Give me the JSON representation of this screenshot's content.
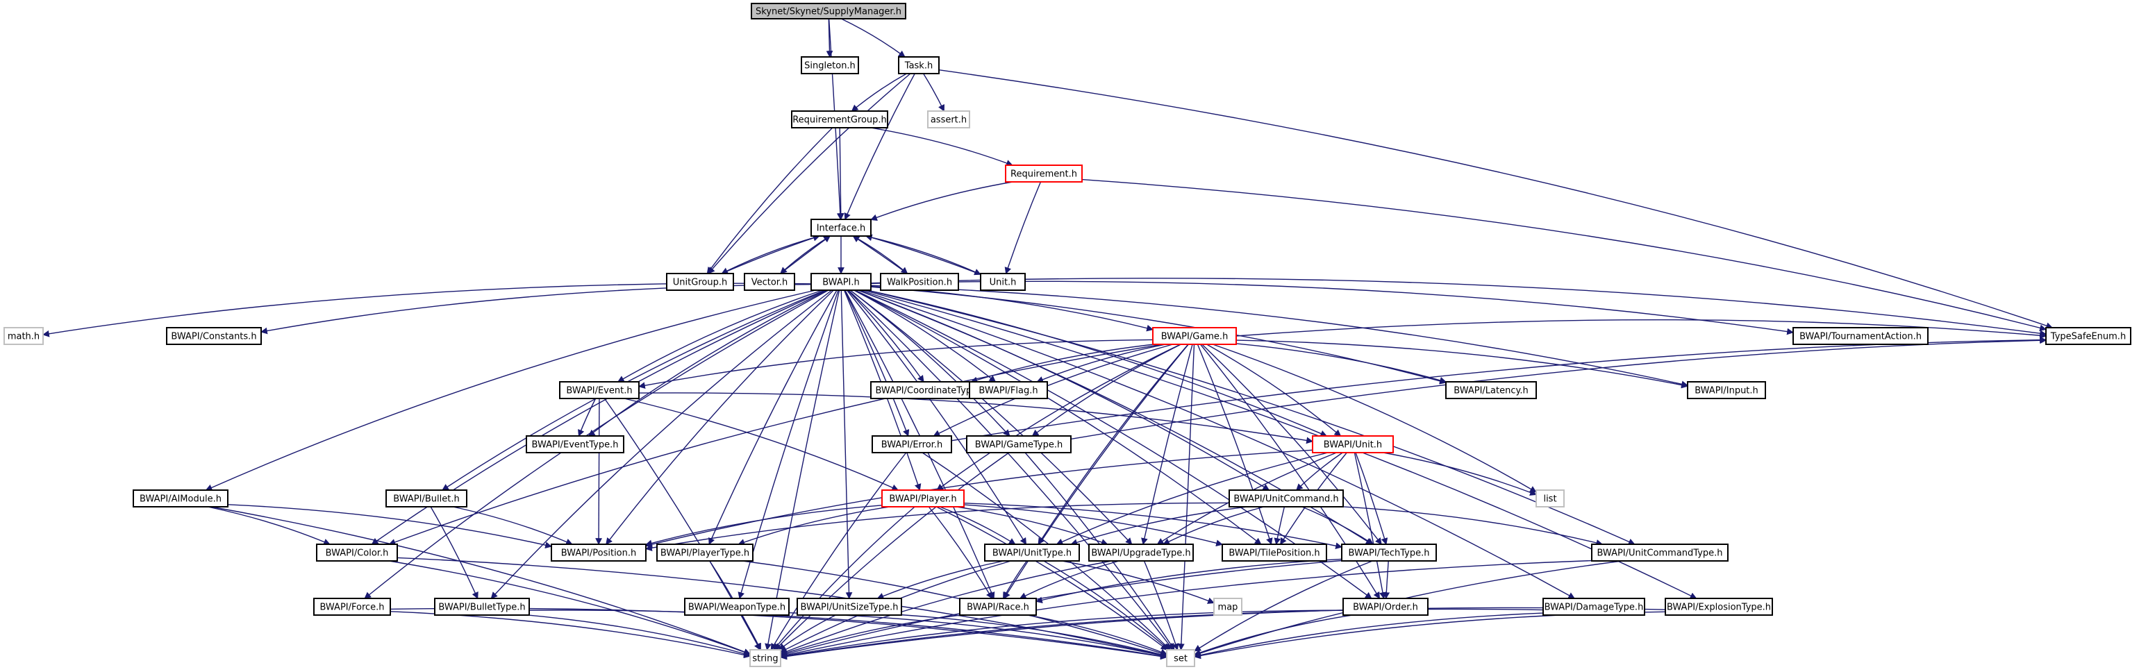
{
  "title": "Skynet/Skynet/SupplyManager.h",
  "colors": {
    "edge": "#191970",
    "border": "#000000",
    "highlight": "#ff0000",
    "external": "#bfbfbf",
    "root_fill": "#bfbfbf"
  },
  "nodes": [
    {
      "id": "root",
      "label": "Skynet/Skynet/SupplyManager.h",
      "kind": "root"
    },
    {
      "id": "singleton",
      "label": "Singleton.h",
      "kind": "normal"
    },
    {
      "id": "task",
      "label": "Task.h",
      "kind": "normal"
    },
    {
      "id": "reqgroup",
      "label": "RequirementGroup.h",
      "kind": "normal"
    },
    {
      "id": "assert",
      "label": "assert.h",
      "kind": "external"
    },
    {
      "id": "requirement",
      "label": "Requirement.h",
      "kind": "red"
    },
    {
      "id": "interface",
      "label": "Interface.h",
      "kind": "normal"
    },
    {
      "id": "unitgroup",
      "label": "UnitGroup.h",
      "kind": "normal"
    },
    {
      "id": "vector",
      "label": "Vector.h",
      "kind": "normal"
    },
    {
      "id": "bwapi",
      "label": "BWAPI.h",
      "kind": "normal"
    },
    {
      "id": "walkpos",
      "label": "WalkPosition.h",
      "kind": "normal"
    },
    {
      "id": "unit",
      "label": "Unit.h",
      "kind": "normal"
    },
    {
      "id": "typesafe",
      "label": "TypeSafeEnum.h",
      "kind": "normal"
    },
    {
      "id": "math",
      "label": "math.h",
      "kind": "external"
    },
    {
      "id": "constants",
      "label": "BWAPI/Constants.h",
      "kind": "normal"
    },
    {
      "id": "game",
      "label": "BWAPI/Game.h",
      "kind": "red"
    },
    {
      "id": "tournament",
      "label": "BWAPI/TournamentAction.h",
      "kind": "normal"
    },
    {
      "id": "event",
      "label": "BWAPI/Event.h",
      "kind": "normal"
    },
    {
      "id": "coordtype",
      "label": "BWAPI/CoordinateType.h",
      "kind": "normal"
    },
    {
      "id": "flag",
      "label": "BWAPI/Flag.h",
      "kind": "normal"
    },
    {
      "id": "latency",
      "label": "BWAPI/Latency.h",
      "kind": "normal"
    },
    {
      "id": "input",
      "label": "BWAPI/Input.h",
      "kind": "normal"
    },
    {
      "id": "eventtype",
      "label": "BWAPI/EventType.h",
      "kind": "normal"
    },
    {
      "id": "error",
      "label": "BWAPI/Error.h",
      "kind": "normal"
    },
    {
      "id": "gametype",
      "label": "BWAPI/GameType.h",
      "kind": "normal"
    },
    {
      "id": "bwunit",
      "label": "BWAPI/Unit.h",
      "kind": "red"
    },
    {
      "id": "list",
      "label": "list",
      "kind": "external"
    },
    {
      "id": "aimodule",
      "label": "BWAPI/AIModule.h",
      "kind": "normal"
    },
    {
      "id": "bullet",
      "label": "BWAPI/Bullet.h",
      "kind": "normal"
    },
    {
      "id": "player",
      "label": "BWAPI/Player.h",
      "kind": "red"
    },
    {
      "id": "unitcommand",
      "label": "BWAPI/UnitCommand.h",
      "kind": "normal"
    },
    {
      "id": "color",
      "label": "BWAPI/Color.h",
      "kind": "normal"
    },
    {
      "id": "position",
      "label": "BWAPI/Position.h",
      "kind": "normal"
    },
    {
      "id": "playertype",
      "label": "BWAPI/PlayerType.h",
      "kind": "normal"
    },
    {
      "id": "unittype",
      "label": "BWAPI/UnitType.h",
      "kind": "normal"
    },
    {
      "id": "upgradetype",
      "label": "BWAPI/UpgradeType.h",
      "kind": "normal"
    },
    {
      "id": "tileposition",
      "label": "BWAPI/TilePosition.h",
      "kind": "normal"
    },
    {
      "id": "techtype",
      "label": "BWAPI/TechType.h",
      "kind": "normal"
    },
    {
      "id": "unitcommandtype",
      "label": "BWAPI/UnitCommandType.h",
      "kind": "normal"
    },
    {
      "id": "force",
      "label": "BWAPI/Force.h",
      "kind": "normal"
    },
    {
      "id": "bullettype",
      "label": "BWAPI/BulletType.h",
      "kind": "normal"
    },
    {
      "id": "weapontype",
      "label": "BWAPI/WeaponType.h",
      "kind": "normal"
    },
    {
      "id": "unitsizetype",
      "label": "BWAPI/UnitSizeType.h",
      "kind": "normal"
    },
    {
      "id": "race",
      "label": "BWAPI/Race.h",
      "kind": "normal"
    },
    {
      "id": "map",
      "label": "map",
      "kind": "external"
    },
    {
      "id": "order",
      "label": "BWAPI/Order.h",
      "kind": "normal"
    },
    {
      "id": "damagetype",
      "label": "BWAPI/DamageType.h",
      "kind": "normal"
    },
    {
      "id": "explosiontype",
      "label": "BWAPI/ExplosionType.h",
      "kind": "normal"
    },
    {
      "id": "string",
      "label": "string",
      "kind": "external"
    },
    {
      "id": "set",
      "label": "set",
      "kind": "external"
    }
  ],
  "edges": [
    [
      "root",
      "singleton"
    ],
    [
      "root",
      "task"
    ],
    [
      "root",
      "interface"
    ],
    [
      "task",
      "reqgroup"
    ],
    [
      "task",
      "assert"
    ],
    [
      "task",
      "interface"
    ],
    [
      "task",
      "unitgroup"
    ],
    [
      "task",
      "typesafe"
    ],
    [
      "reqgroup",
      "requirement"
    ],
    [
      "reqgroup",
      "interface"
    ],
    [
      "reqgroup",
      "unitgroup"
    ],
    [
      "requirement",
      "interface"
    ],
    [
      "requirement",
      "unit"
    ],
    [
      "requirement",
      "typesafe"
    ],
    [
      "interface",
      "unitgroup"
    ],
    [
      "interface",
      "vector"
    ],
    [
      "interface",
      "bwapi"
    ],
    [
      "interface",
      "walkpos"
    ],
    [
      "interface",
      "unit"
    ],
    [
      "unitgroup",
      "interface"
    ],
    [
      "vector",
      "interface"
    ],
    [
      "walkpos",
      "interface"
    ],
    [
      "unit",
      "interface"
    ],
    [
      "bwapi",
      "math"
    ],
    [
      "bwapi",
      "constants"
    ],
    [
      "bwapi",
      "game"
    ],
    [
      "bwapi",
      "tournament"
    ],
    [
      "bwapi",
      "typesafe"
    ],
    [
      "bwapi",
      "event"
    ],
    [
      "bwapi",
      "coordtype"
    ],
    [
      "bwapi",
      "flag"
    ],
    [
      "bwapi",
      "latency"
    ],
    [
      "bwapi",
      "input"
    ],
    [
      "bwapi",
      "eventtype"
    ],
    [
      "bwapi",
      "error"
    ],
    [
      "bwapi",
      "gametype"
    ],
    [
      "bwapi",
      "bwunit"
    ],
    [
      "bwapi",
      "aimodule"
    ],
    [
      "bwapi",
      "bullet"
    ],
    [
      "bwapi",
      "player"
    ],
    [
      "bwapi",
      "unitcommand"
    ],
    [
      "bwapi",
      "color"
    ],
    [
      "bwapi",
      "position"
    ],
    [
      "bwapi",
      "playertype"
    ],
    [
      "bwapi",
      "unittype"
    ],
    [
      "bwapi",
      "upgradetype"
    ],
    [
      "bwapi",
      "tileposition"
    ],
    [
      "bwapi",
      "techtype"
    ],
    [
      "bwapi",
      "unitcommandtype"
    ],
    [
      "bwapi",
      "force"
    ],
    [
      "bwapi",
      "bullettype"
    ],
    [
      "bwapi",
      "weapontype"
    ],
    [
      "bwapi",
      "unitsizetype"
    ],
    [
      "bwapi",
      "race"
    ],
    [
      "bwapi",
      "order"
    ],
    [
      "bwapi",
      "damagetype"
    ],
    [
      "bwapi",
      "explosiontype"
    ],
    [
      "game",
      "event"
    ],
    [
      "game",
      "coordtype"
    ],
    [
      "game",
      "flag"
    ],
    [
      "game",
      "latency"
    ],
    [
      "game",
      "input"
    ],
    [
      "game",
      "error"
    ],
    [
      "game",
      "gametype"
    ],
    [
      "game",
      "bwunit"
    ],
    [
      "game",
      "player"
    ],
    [
      "game",
      "color"
    ],
    [
      "game",
      "unittype"
    ],
    [
      "game",
      "upgradetype"
    ],
    [
      "game",
      "tileposition"
    ],
    [
      "game",
      "techtype"
    ],
    [
      "game",
      "race"
    ],
    [
      "game",
      "order"
    ],
    [
      "game",
      "list"
    ],
    [
      "game",
      "set"
    ],
    [
      "game",
      "typesafe"
    ],
    [
      "event",
      "eventtype"
    ],
    [
      "event",
      "player"
    ],
    [
      "event",
      "position"
    ],
    [
      "event",
      "bwunit"
    ],
    [
      "event",
      "string"
    ],
    [
      "error",
      "typesafe"
    ],
    [
      "error",
      "string"
    ],
    [
      "error",
      "set"
    ],
    [
      "gametype",
      "typesafe"
    ],
    [
      "gametype",
      "set"
    ],
    [
      "gametype",
      "string"
    ],
    [
      "bwunit",
      "unitcommand"
    ],
    [
      "bwunit",
      "list"
    ],
    [
      "bwunit",
      "unittype"
    ],
    [
      "bwunit",
      "upgradetype"
    ],
    [
      "bwunit",
      "position"
    ],
    [
      "bwunit",
      "tileposition"
    ],
    [
      "bwunit",
      "techtype"
    ],
    [
      "bwunit",
      "order"
    ],
    [
      "aimodule",
      "color"
    ],
    [
      "aimodule",
      "position"
    ],
    [
      "aimodule",
      "string"
    ],
    [
      "bullet",
      "position"
    ],
    [
      "bullet",
      "bullettype"
    ],
    [
      "player",
      "position"
    ],
    [
      "player",
      "playertype"
    ],
    [
      "player",
      "unittype"
    ],
    [
      "player",
      "upgradetype"
    ],
    [
      "player",
      "techtype"
    ],
    [
      "player",
      "race"
    ],
    [
      "player",
      "string"
    ],
    [
      "player",
      "set"
    ],
    [
      "player",
      "tileposition"
    ],
    [
      "unitcommand",
      "position"
    ],
    [
      "unitcommand",
      "tileposition"
    ],
    [
      "unitcommand",
      "unittype"
    ],
    [
      "unitcommand",
      "upgradetype"
    ],
    [
      "unitcommand",
      "techtype"
    ],
    [
      "unitcommand",
      "unitcommandtype"
    ],
    [
      "color",
      "string"
    ],
    [
      "color",
      "set"
    ],
    [
      "playertype",
      "string"
    ],
    [
      "playertype",
      "set"
    ],
    [
      "unittype",
      "unitsizetype"
    ],
    [
      "unittype",
      "race"
    ],
    [
      "unittype",
      "map"
    ],
    [
      "unittype",
      "string"
    ],
    [
      "unittype",
      "set"
    ],
    [
      "upgradetype",
      "race"
    ],
    [
      "upgradetype",
      "string"
    ],
    [
      "upgradetype",
      "set"
    ],
    [
      "techtype",
      "race"
    ],
    [
      "techtype",
      "order"
    ],
    [
      "techtype",
      "string"
    ],
    [
      "techtype",
      "set"
    ],
    [
      "unitcommandtype",
      "string"
    ],
    [
      "unitcommandtype",
      "set"
    ],
    [
      "force",
      "string"
    ],
    [
      "force",
      "set"
    ],
    [
      "bullettype",
      "string"
    ],
    [
      "bullettype",
      "set"
    ],
    [
      "weapontype",
      "string"
    ],
    [
      "weapontype",
      "set"
    ],
    [
      "unitsizetype",
      "string"
    ],
    [
      "unitsizetype",
      "set"
    ],
    [
      "race",
      "string"
    ],
    [
      "race",
      "set"
    ],
    [
      "order",
      "string"
    ],
    [
      "order",
      "set"
    ],
    [
      "damagetype",
      "string"
    ],
    [
      "damagetype",
      "set"
    ],
    [
      "explosiontype",
      "string"
    ],
    [
      "explosiontype",
      "set"
    ],
    [
      "bwapi",
      "string"
    ],
    [
      "bwapi",
      "set"
    ]
  ]
}
